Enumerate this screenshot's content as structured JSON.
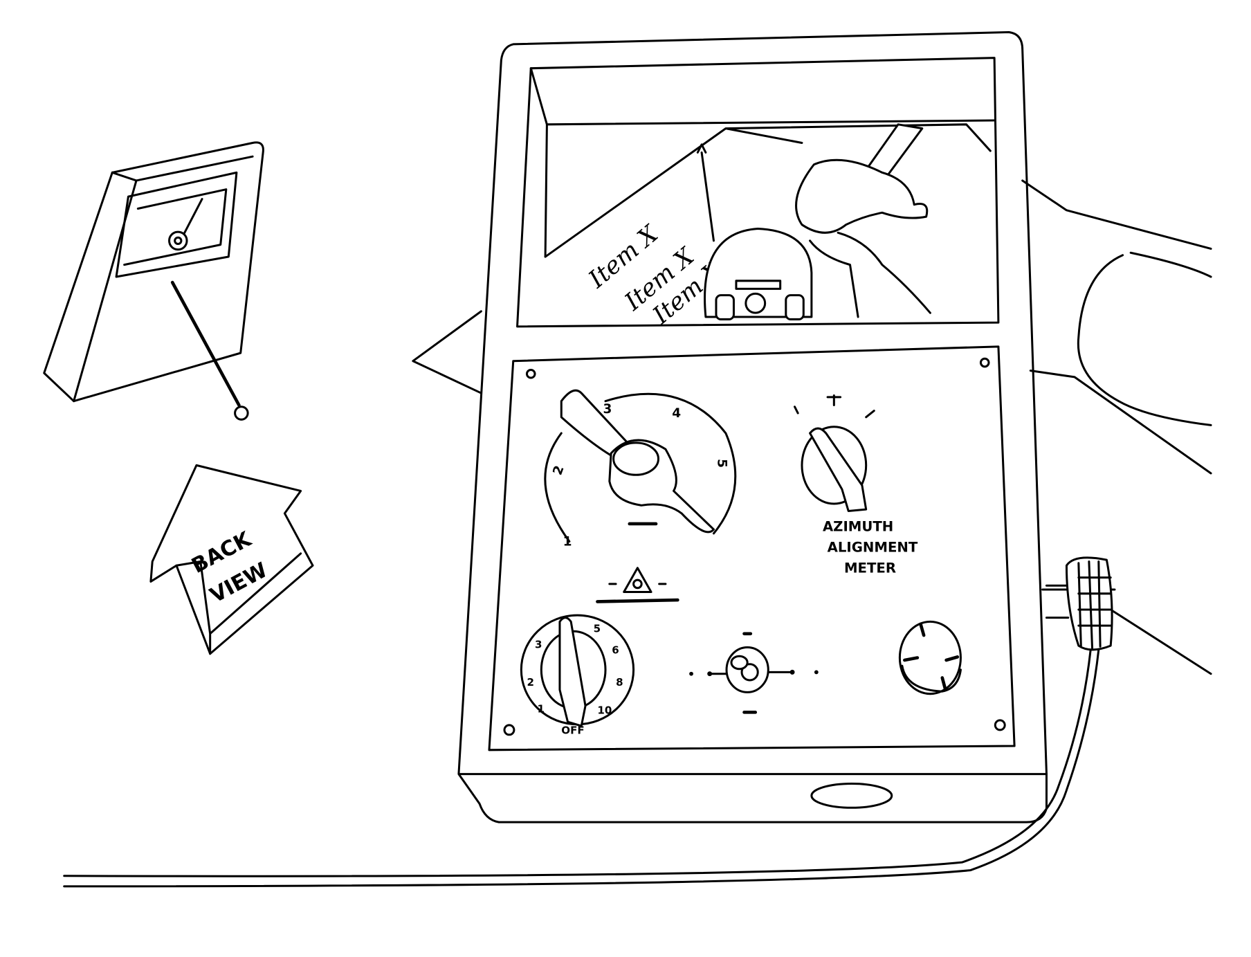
{
  "illustration": {
    "back_view_label": {
      "line1": "BACK",
      "line2": "VIEW"
    },
    "meter_label": {
      "line1": "AZIMUTH",
      "line2": "ALIGNMENT",
      "line3": "METER"
    },
    "clipboard_items": [
      "Item X",
      "Item X",
      "Item X"
    ],
    "range_dial_labels": [
      "1",
      "2",
      "3",
      "4",
      "5"
    ],
    "selector_dial_labels": [
      "OFF",
      "1",
      "2",
      "3",
      "5",
      "6",
      "8",
      "10"
    ],
    "colors": {
      "ink": "#000000",
      "paper": "#ffffff"
    }
  }
}
